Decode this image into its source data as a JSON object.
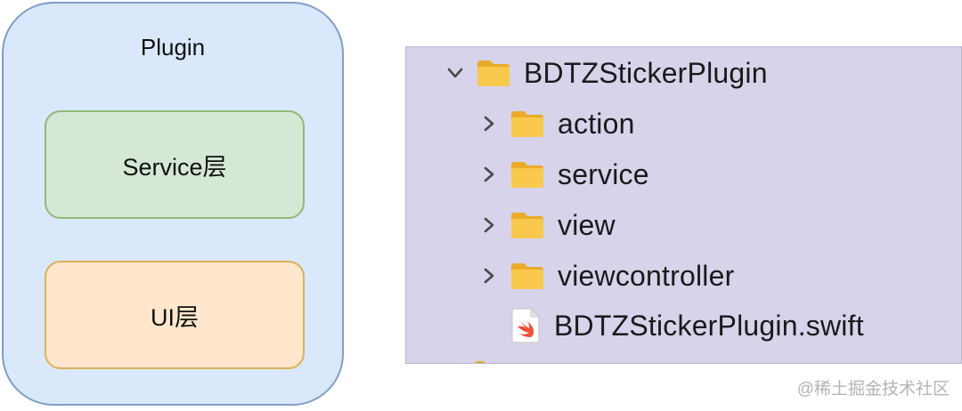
{
  "diagram": {
    "container_label": "Plugin",
    "layers": [
      {
        "label": "Service层"
      },
      {
        "label": "UI层"
      }
    ],
    "colors": {
      "container_fill": "#dae8fc",
      "container_stroke": "#7f9dc6",
      "service_fill": "#d5e8d4",
      "service_stroke": "#8fba78",
      "ui_fill": "#ffe6cc",
      "ui_stroke": "#d9b257"
    }
  },
  "file_tree": {
    "root": {
      "name": "BDTZStickerPlugin",
      "expanded": true,
      "icon": "folder-icon"
    },
    "children": [
      {
        "name": "action",
        "type": "folder",
        "expanded": false,
        "icon": "folder-icon"
      },
      {
        "name": "service",
        "type": "folder",
        "expanded": false,
        "icon": "folder-icon"
      },
      {
        "name": "view",
        "type": "folder",
        "expanded": false,
        "icon": "folder-icon"
      },
      {
        "name": "viewcontroller",
        "type": "folder",
        "expanded": false,
        "icon": "folder-icon"
      },
      {
        "name": "BDTZStickerPlugin.swift",
        "type": "file",
        "icon": "swift-file-icon"
      }
    ],
    "colors": {
      "panel_bg": "#d6d3ea",
      "folder": "#f7c64a"
    }
  },
  "watermark": "@稀土掘金技术社区"
}
